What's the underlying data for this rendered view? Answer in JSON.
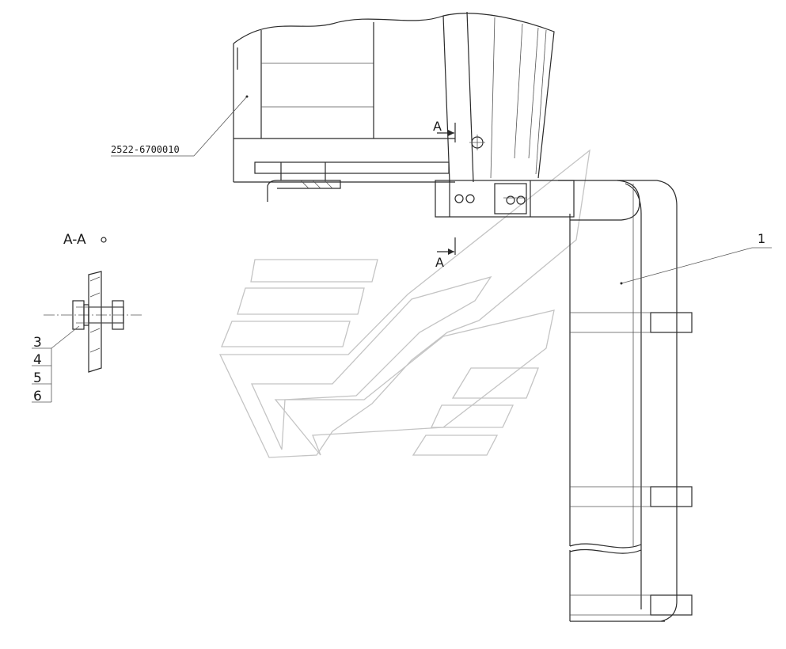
{
  "drawing": {
    "part_number_label": "2522-6700010",
    "section_title": "A-A",
    "section_marker_top": "A",
    "section_marker_bottom": "A",
    "callout_main": "1",
    "callouts_list": [
      "3",
      "4",
      "5",
      "6"
    ]
  },
  "watermark": {
    "icon": "logo-watermark-icon",
    "color": "#c4c4c4"
  }
}
